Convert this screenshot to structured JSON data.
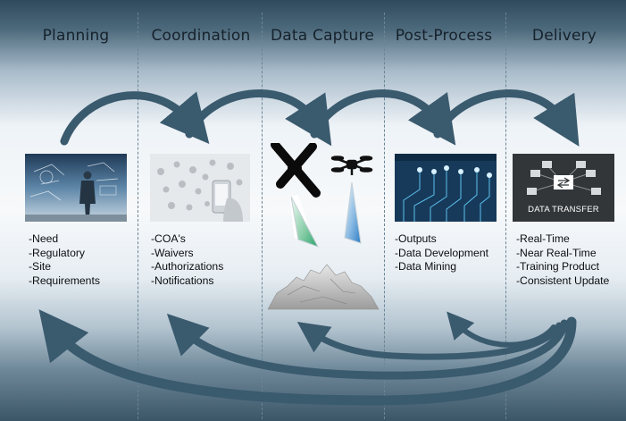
{
  "phases": [
    {
      "title": "Planning",
      "items": [
        "-Need",
        "-Regulatory",
        "-Site",
        "-Requirements"
      ]
    },
    {
      "title": "Coordination",
      "items": [
        "-COA's",
        "-Waivers",
        "-Authorizations",
        "-Notifications"
      ]
    },
    {
      "title": "Data Capture",
      "items": []
    },
    {
      "title": "Post-Process",
      "items": [
        "-Outputs",
        "-Data Development",
        "-Data Mining"
      ]
    },
    {
      "title": "Delivery",
      "items": [
        "-Real-Time",
        "-Near Real-Time",
        "-Training Product",
        "-Consistent Update"
      ]
    }
  ],
  "images": {
    "data_transfer_label": "DATA TRANSFER"
  },
  "colors": {
    "arrow": "#3a5a6e",
    "title_text": "#16222c",
    "divider": "#6b8595"
  }
}
